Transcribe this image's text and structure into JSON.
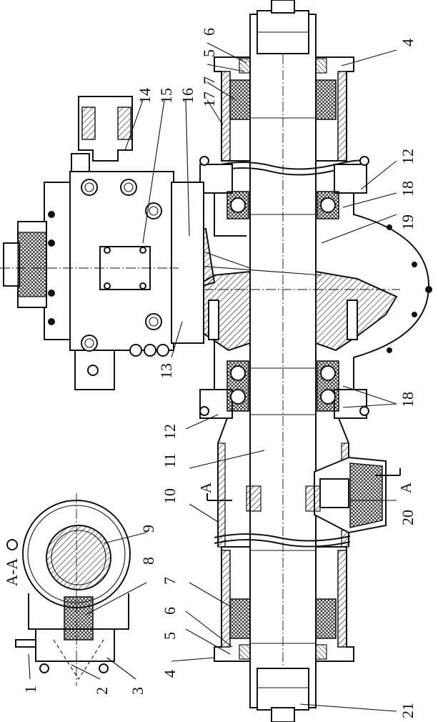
{
  "drawing": {
    "section_title": "A-A",
    "section_marker_left": "A",
    "section_marker_right": "A",
    "callouts": {
      "c1": "1",
      "c2": "2",
      "c3": "3",
      "c4_bottom": "4",
      "c5_bottom": "5",
      "c6_bottom": "6",
      "c7_bottom": "7",
      "c8": "8",
      "c9": "9",
      "c10": "10",
      "c11": "11",
      "c12_bottom": "12",
      "c13": "13",
      "c14": "14",
      "c15": "15",
      "c16": "16",
      "c17": "17",
      "c7_top": "7",
      "c5_top": "5",
      "c6_top": "6",
      "c4_top": "4",
      "c12_top": "12",
      "c18_top": "18",
      "c19": "19",
      "c18_bottom": "18",
      "c20": "20",
      "c21": "21"
    }
  }
}
